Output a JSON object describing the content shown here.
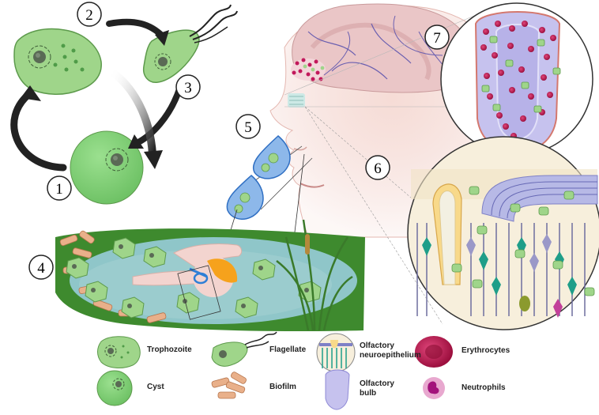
{
  "steps": [
    "1",
    "2",
    "3",
    "4",
    "5",
    "6",
    "7"
  ],
  "legend": {
    "trophozoite": "Trophozoite",
    "flagellate": "Flagellate",
    "olfactory_neuroepithelium": "Olfactory\nneuroepithelium",
    "erythrocytes": "Erythrocytes",
    "cyst": "Cyst",
    "biofilm": "Biofilm",
    "olfactory_bulb": "Olfactory\nbulb",
    "neutrophils": "Neutrophils"
  },
  "colors": {
    "amoeba_fill": "#9fd58a",
    "amoeba_stroke": "#5d9a4c",
    "cyst_fill": "#83d07a",
    "nucleus": "#5a6a55",
    "arrow": "#2a2a2a",
    "water": "#8fc6c9",
    "grass": "#3e8a2e",
    "skin": "#f3d4cf",
    "brain": "#e9c4c4",
    "bulb": "#c6c2ee",
    "erythrocyte": "#c2185b",
    "neutrophil": "#c2409a",
    "swimmer_cap": "#f6a21c",
    "goggles": "#2f7fd6"
  }
}
